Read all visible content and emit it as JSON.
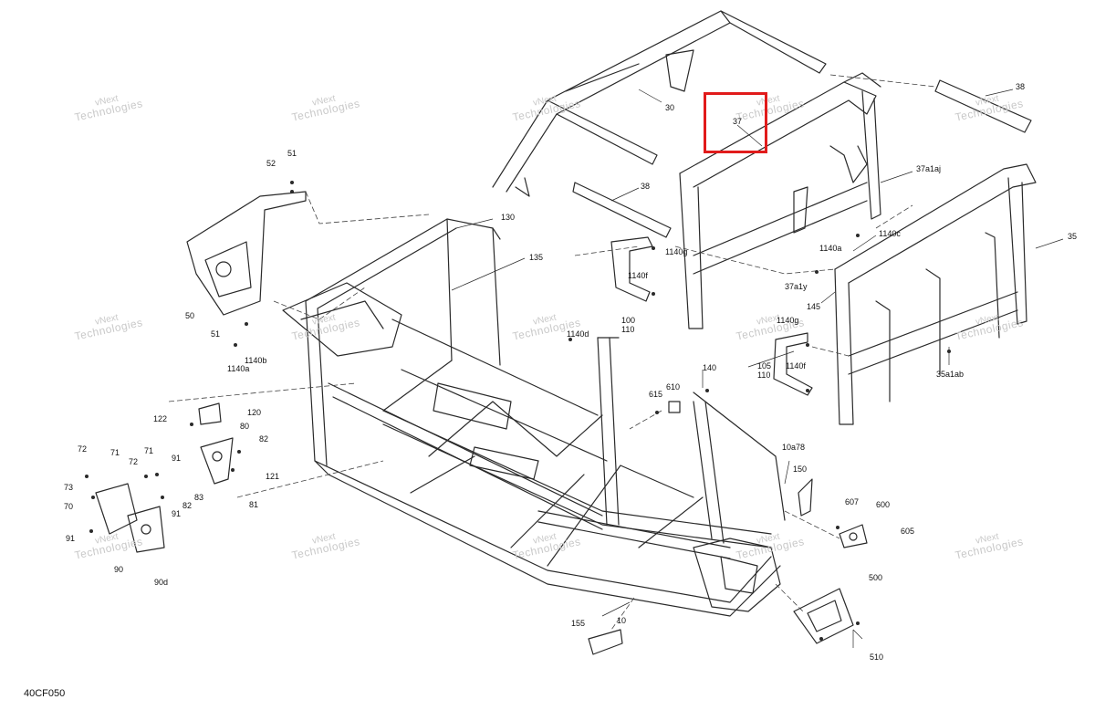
{
  "diagram_code": "40CF050",
  "highlight_color": "#e11b1b",
  "line_color": "#2a2a2a",
  "watermark": {
    "line1": "vNext",
    "line2": "Technologies"
  },
  "callouts": [
    {
      "id": "c1",
      "text": "51"
    },
    {
      "id": "c2",
      "text": "52"
    },
    {
      "id": "c3",
      "text": "50"
    },
    {
      "id": "c4",
      "text": "51"
    },
    {
      "id": "c5",
      "text": "1140b"
    },
    {
      "id": "c6",
      "text": "1140a"
    },
    {
      "id": "c7",
      "text": "130"
    },
    {
      "id": "c8",
      "text": "135"
    },
    {
      "id": "c9",
      "text": "30"
    },
    {
      "id": "c10",
      "text": "37"
    },
    {
      "id": "c11",
      "text": "38"
    },
    {
      "id": "c12",
      "text": "38"
    },
    {
      "id": "c13",
      "text": "37a1aj"
    },
    {
      "id": "c14",
      "text": "1140c"
    },
    {
      "id": "c15",
      "text": "35"
    },
    {
      "id": "c16",
      "text": "1140g"
    },
    {
      "id": "c17",
      "text": "1140f"
    },
    {
      "id": "c18",
      "text": "1140a"
    },
    {
      "id": "c19",
      "text": "37a1y"
    },
    {
      "id": "c20",
      "text": "100"
    },
    {
      "id": "c21",
      "text": "110"
    },
    {
      "id": "c22",
      "text": "1140d"
    },
    {
      "id": "c23",
      "text": "145"
    },
    {
      "id": "c24",
      "text": "1140g"
    },
    {
      "id": "c25",
      "text": "105"
    },
    {
      "id": "c26",
      "text": "110"
    },
    {
      "id": "c27",
      "text": "1140f"
    },
    {
      "id": "c28",
      "text": "35a1ab"
    },
    {
      "id": "c29",
      "text": "140"
    },
    {
      "id": "c30",
      "text": "610"
    },
    {
      "id": "c31",
      "text": "615"
    },
    {
      "id": "c32",
      "text": "120"
    },
    {
      "id": "c33",
      "text": "122"
    },
    {
      "id": "c34",
      "text": "80"
    },
    {
      "id": "c35",
      "text": "82"
    },
    {
      "id": "c36",
      "text": "121"
    },
    {
      "id": "c37",
      "text": "83"
    },
    {
      "id": "c38",
      "text": "82"
    },
    {
      "id": "c39",
      "text": "81"
    },
    {
      "id": "c40",
      "text": "72"
    },
    {
      "id": "c41",
      "text": "71"
    },
    {
      "id": "c42",
      "text": "71"
    },
    {
      "id": "c43",
      "text": "72"
    },
    {
      "id": "c44",
      "text": "91"
    },
    {
      "id": "c45",
      "text": "73"
    },
    {
      "id": "c46",
      "text": "70"
    },
    {
      "id": "c47",
      "text": "91"
    },
    {
      "id": "c48",
      "text": "91"
    },
    {
      "id": "c49",
      "text": "90"
    },
    {
      "id": "c50",
      "text": "90d"
    },
    {
      "id": "c51",
      "text": "10a78"
    },
    {
      "id": "c52",
      "text": "150"
    },
    {
      "id": "c53",
      "text": "607"
    },
    {
      "id": "c54",
      "text": "600"
    },
    {
      "id": "c55",
      "text": "605"
    },
    {
      "id": "c56",
      "text": "500"
    },
    {
      "id": "c57",
      "text": "510"
    },
    {
      "id": "c58",
      "text": "10"
    },
    {
      "id": "c59",
      "text": "155"
    }
  ]
}
